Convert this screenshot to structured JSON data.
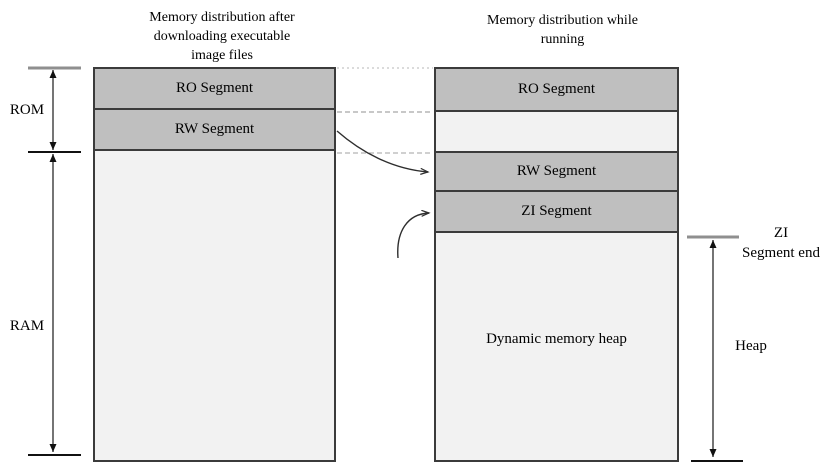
{
  "diagram": {
    "left_column": {
      "title_lines": [
        "Memory distribution after",
        "downloading executable",
        "image files"
      ],
      "segments": [
        {
          "label": "RO Segment"
        },
        {
          "label": "RW Segment"
        }
      ]
    },
    "right_column": {
      "title_lines": [
        "Memory distribution while",
        "running"
      ],
      "segments": [
        {
          "label": "RO Segment"
        },
        {
          "label": "RW Segment"
        },
        {
          "label": "ZI Segment"
        },
        {
          "label": "Dynamic memory heap"
        }
      ]
    },
    "measures": {
      "rom_label": "ROM",
      "ram_label": "RAM",
      "zi_end_lines": [
        "ZI",
        "Segment end"
      ],
      "heap_label": "Heap"
    },
    "colors": {
      "segment_fill": "#bfbfbf",
      "empty_fill": "#f2f2f2",
      "border": "#3b3b3b",
      "dashed_connector": "#b3b3b3",
      "arrow": "#2e2e2e"
    }
  }
}
